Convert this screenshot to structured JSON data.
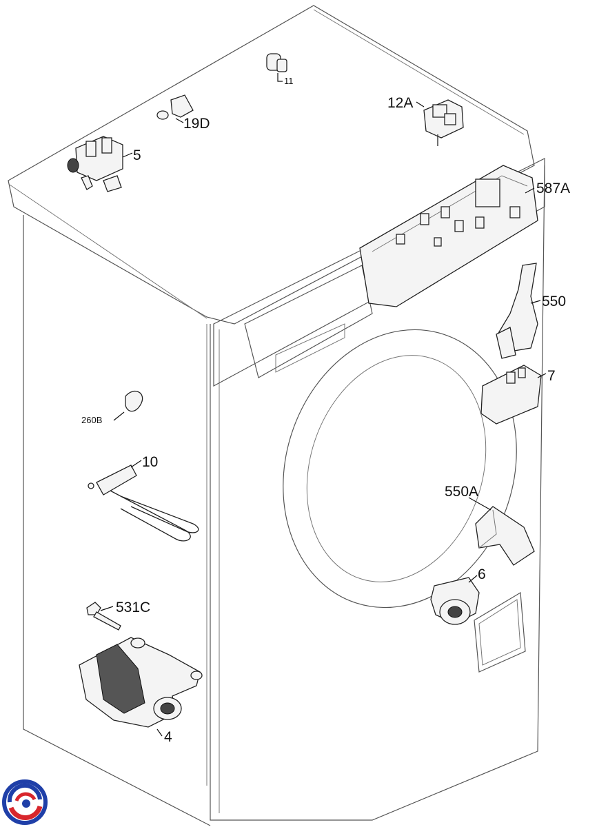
{
  "diagram": {
    "parts": [
      {
        "id": "11",
        "label": "11"
      },
      {
        "id": "12A",
        "label": "12A"
      },
      {
        "id": "19D",
        "label": "19D"
      },
      {
        "id": "5",
        "label": "5"
      },
      {
        "id": "587A",
        "label": "587A"
      },
      {
        "id": "550",
        "label": "550"
      },
      {
        "id": "7",
        "label": "7"
      },
      {
        "id": "260B",
        "label": "260B"
      },
      {
        "id": "10",
        "label": "10"
      },
      {
        "id": "550A",
        "label": "550A"
      },
      {
        "id": "6",
        "label": "6"
      },
      {
        "id": "531C",
        "label": "531C"
      },
      {
        "id": "4",
        "label": "4"
      }
    ],
    "logo": {
      "icon": "brand-swirl-logo",
      "colors": [
        "#1f3fa8",
        "#d8262c"
      ]
    }
  }
}
